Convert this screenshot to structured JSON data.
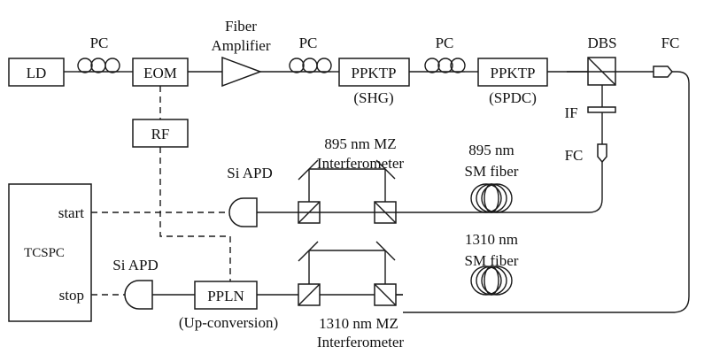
{
  "diagram": {
    "type": "optical-setup-schematic",
    "components": {
      "ld": "LD",
      "eom": "EOM",
      "rf": "RF",
      "pc1": "PC",
      "pc2": "PC",
      "pc3": "PC",
      "amplifier_line1": "Fiber",
      "amplifier_line2": "Amplifier",
      "ppktp_shg": "PPKTP",
      "ppktp_shg_sub": "(SHG)",
      "ppktp_spdc": "PPKTP",
      "ppktp_spdc_sub": "(SPDC)",
      "dbs": "DBS",
      "fc_top": "FC",
      "if": "IF",
      "fc_mid": "FC",
      "mz895_line1": "895 nm MZ",
      "mz895_line2": "Interferometer",
      "fiber895_line1": "895 nm",
      "fiber895_line2": "SM fiber",
      "fiber1310_line1": "1310 nm",
      "fiber1310_line2": "SM fiber",
      "apd_top": "Si APD",
      "apd_bottom": "Si APD",
      "tcspc": "TCSPC",
      "tcspc_start": "start",
      "tcspc_stop": "stop",
      "ppln": "PPLN",
      "ppln_sub": "(Up-conversion)",
      "mz1310_line1": "1310  nm MZ",
      "mz1310_line2": "Interferometer"
    }
  }
}
